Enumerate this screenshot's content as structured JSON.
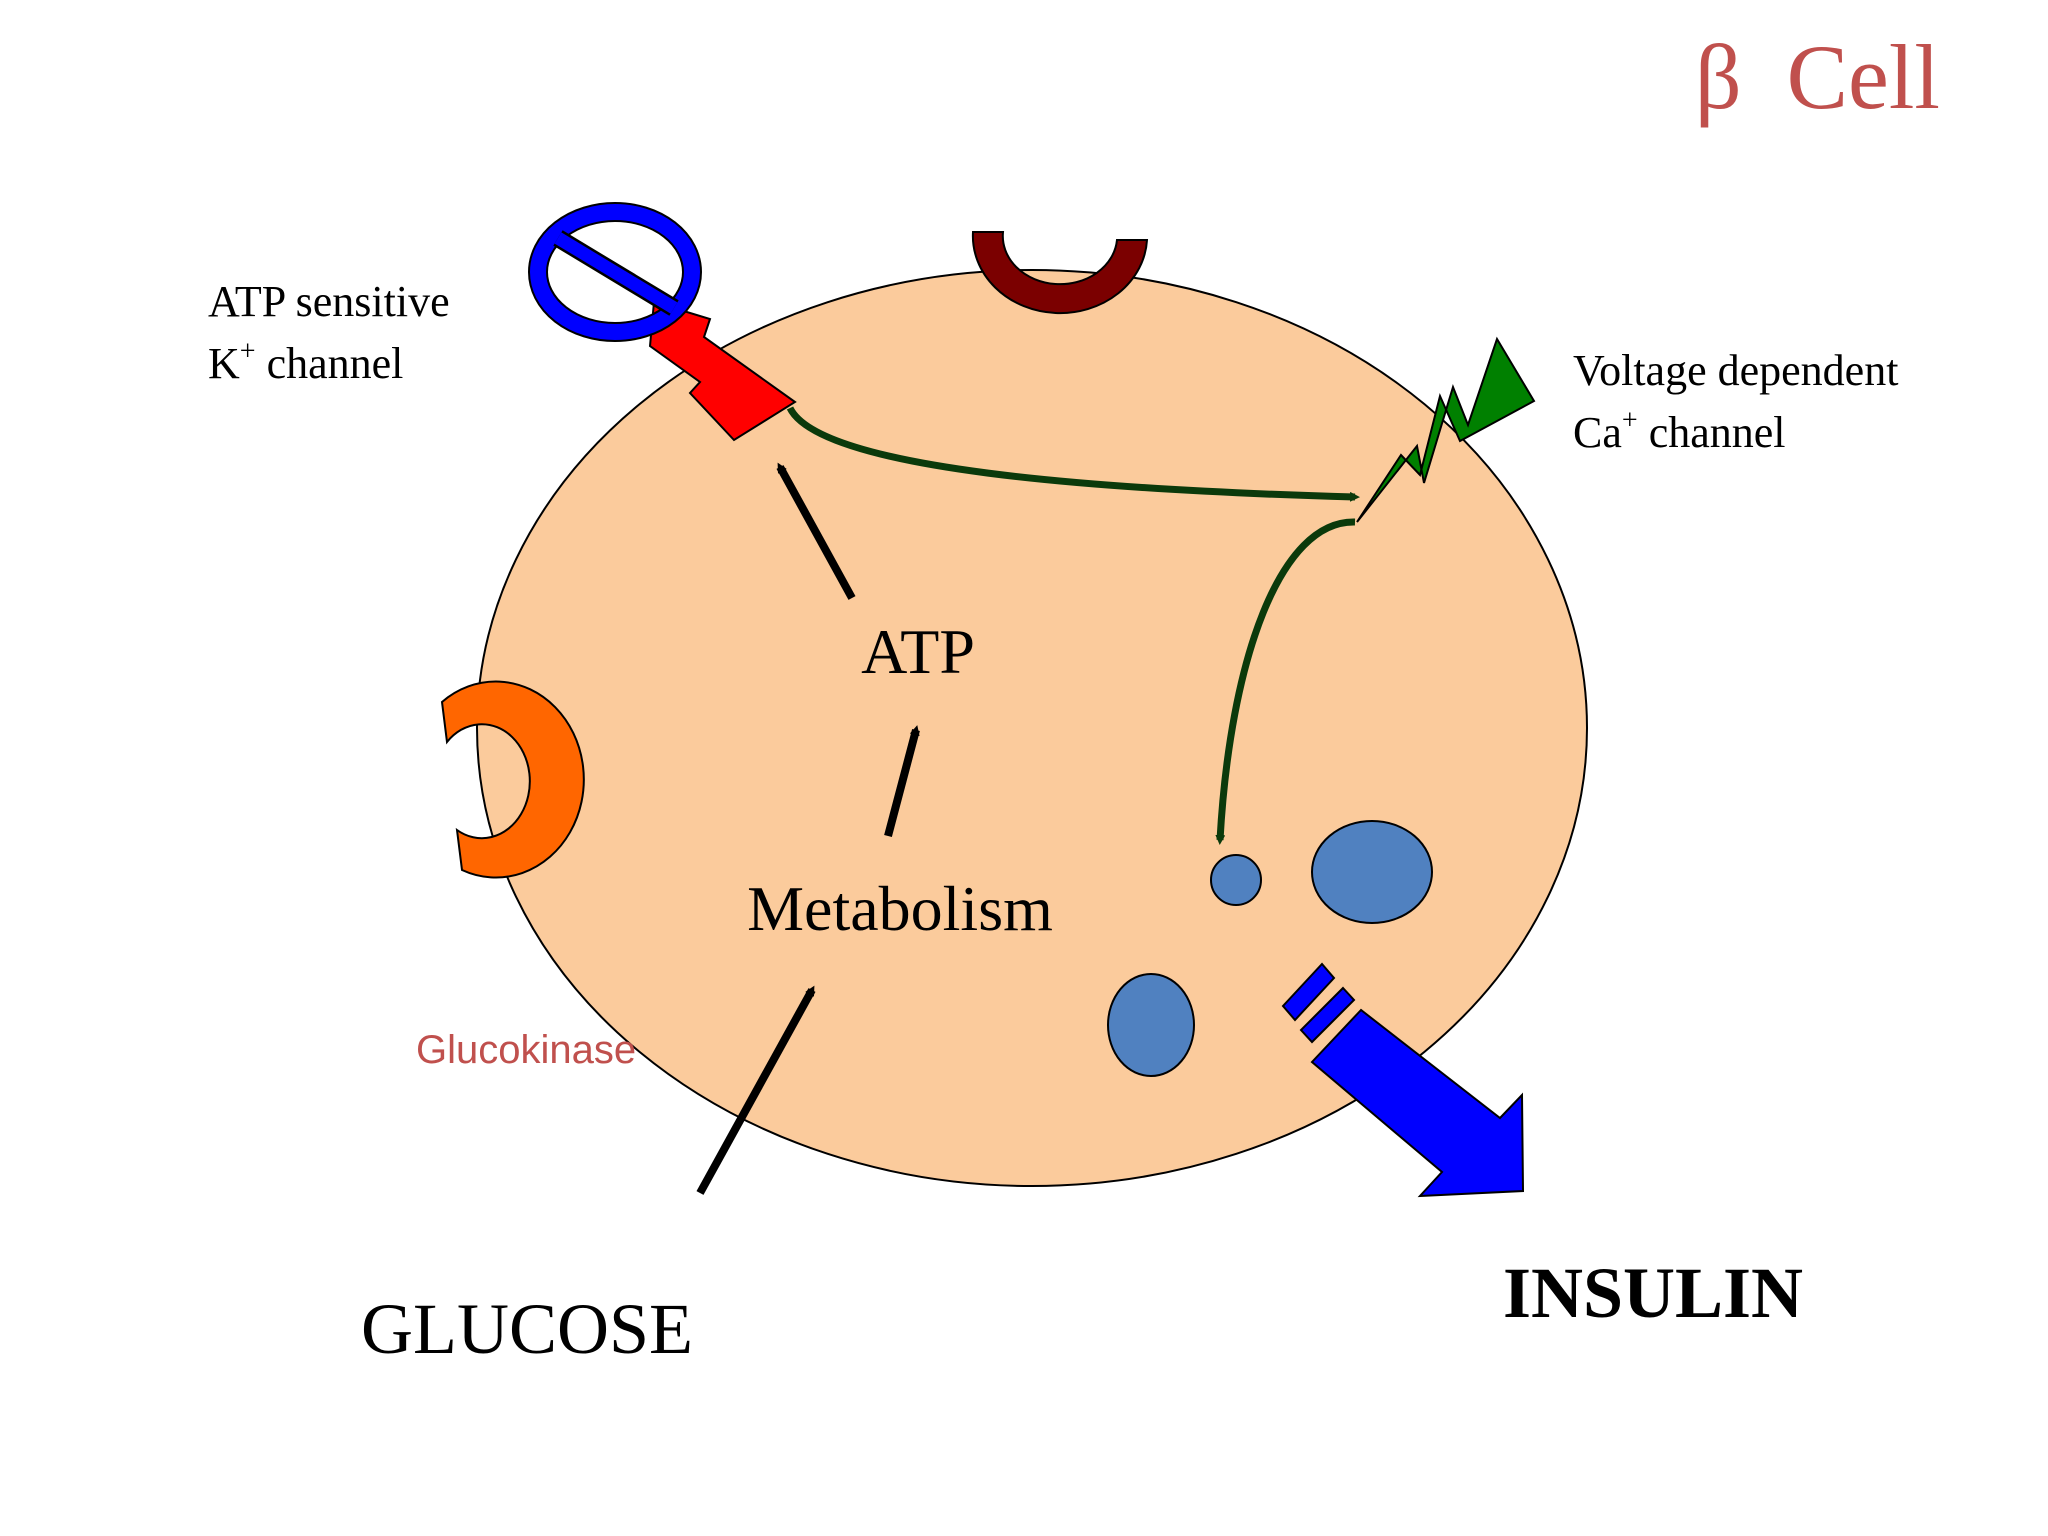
{
  "title": {
    "symbol": "β",
    "text": "Cell"
  },
  "labels": {
    "k_channel_line1": "ATP sensitive",
    "k_channel_line2_base": "K",
    "k_channel_line2_sup": "+",
    "k_channel_line2_rest": " channel",
    "ca_channel_line1": "Voltage dependent",
    "ca_channel_line2_base": "Ca",
    "ca_channel_line2_sup": "+",
    "ca_channel_line2_rest": " channel",
    "atp": "ATP",
    "metabolism": "Metabolism",
    "glucokinase": "Glucokinase",
    "glucose": "GLUCOSE",
    "insulin": "INSULIN"
  },
  "colors": {
    "cell_fill": "#fbcb9c",
    "title": "#c0504d",
    "glucokinase": "#c0504d",
    "k_channel": "#ff0000",
    "inhibit_symbol": "#0000ff",
    "ca_channel": "#008000",
    "signal_arrow": "#0b3a0b",
    "receptor_top": "#7b0000",
    "glucose_transporter": "#ff6600",
    "granules": "#5081c0",
    "insulin_arrow": "#0000ff"
  }
}
